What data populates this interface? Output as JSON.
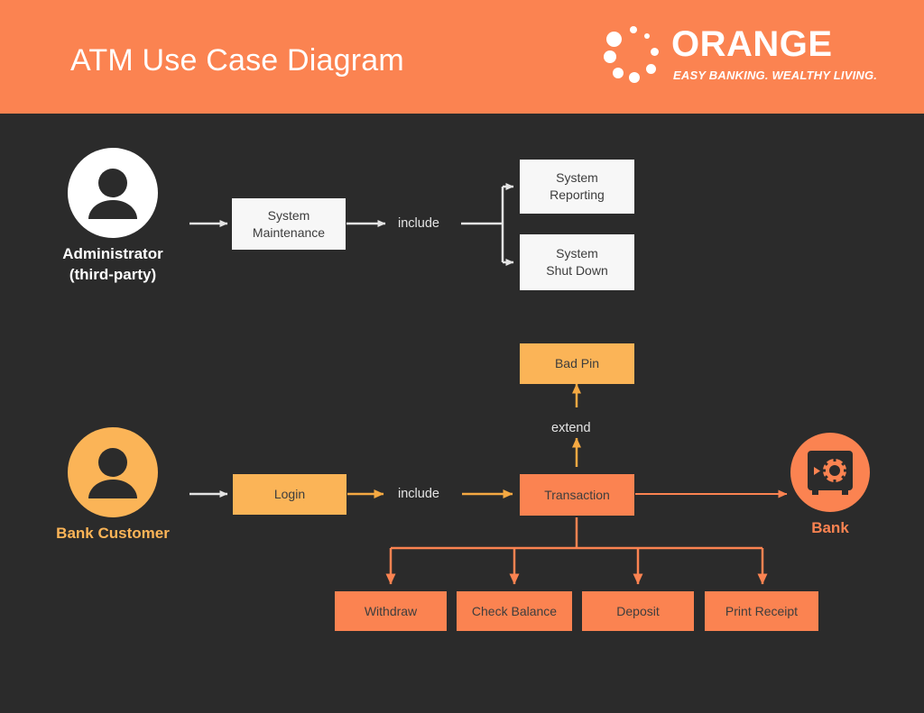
{
  "header": {
    "title": "ATM Use Case Diagram",
    "background_color": "#fb8351",
    "logo": {
      "mark_name": "orange-dots-logo",
      "wordmark": "ORANGE",
      "tagline": "EASY BANKING. WEALTHY LIVING."
    }
  },
  "canvas": {
    "background_color": "#2b2b2b"
  },
  "colors": {
    "orange": "#fb8351",
    "yellow": "#fbb457",
    "white_box": "#f7f7f7",
    "dark": "#2b2b2b",
    "arrow_white": "#e4e4e4",
    "arrow_yellow": "#f5a942",
    "arrow_salmon": "#fb8351"
  },
  "diagram": {
    "type": "use-case-diagram",
    "actors": [
      {
        "id": "administrator",
        "label": "Administrator\n(third-party)",
        "icon": "user-icon",
        "circle_color": "#ffffff",
        "icon_color": "#2b2b2b",
        "label_color": "#ffffff"
      },
      {
        "id": "bank-customer",
        "label": "Bank Customer",
        "icon": "user-icon",
        "circle_color": "#fbb457",
        "icon_color": "#2b2b2b",
        "label_color": "#fbb457"
      },
      {
        "id": "bank",
        "label": "Bank",
        "icon": "safe-vault-icon",
        "circle_color": "#fb8351",
        "icon_color": "#2b2b2b",
        "label_color": "#fb8351"
      }
    ],
    "use_cases": [
      {
        "id": "system-maintenance",
        "label": "System\nMaintenance",
        "style": "white"
      },
      {
        "id": "system-reporting",
        "label": "System\nReporting",
        "style": "white"
      },
      {
        "id": "system-shut-down",
        "label": "System\nShut Down",
        "style": "white"
      },
      {
        "id": "bad-pin",
        "label": "Bad Pin",
        "style": "yellow"
      },
      {
        "id": "login",
        "label": "Login",
        "style": "yellow"
      },
      {
        "id": "transaction",
        "label": "Transaction",
        "style": "salmon"
      },
      {
        "id": "withdraw",
        "label": "Withdraw",
        "style": "salmon"
      },
      {
        "id": "check-balance",
        "label": "Check Balance",
        "style": "salmon"
      },
      {
        "id": "deposit",
        "label": "Deposit",
        "style": "salmon"
      },
      {
        "id": "print-receipt",
        "label": "Print Receipt",
        "style": "salmon"
      }
    ],
    "edge_labels": [
      {
        "id": "include-admin",
        "label": "include"
      },
      {
        "id": "extend-bad-pin",
        "label": "extend"
      },
      {
        "id": "include-customer",
        "label": "include"
      }
    ]
  }
}
